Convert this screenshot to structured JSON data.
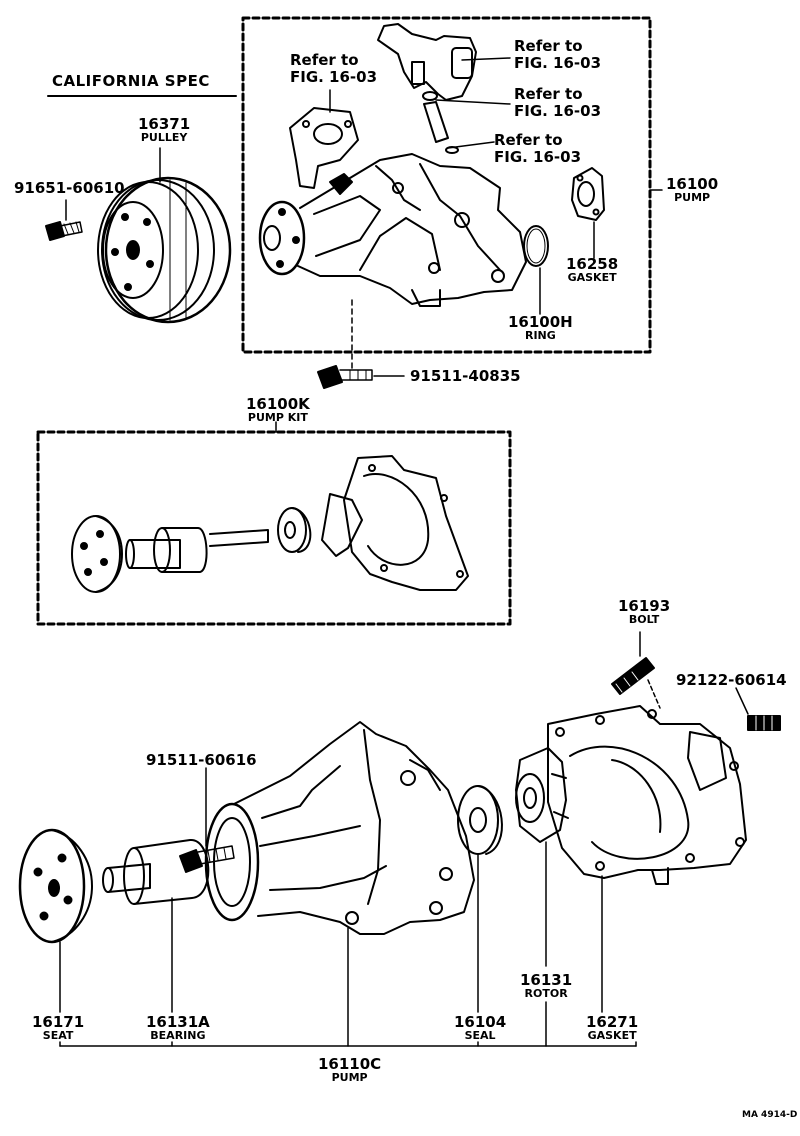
{
  "header": {
    "california_spec": "CALIFORNIA SPEC"
  },
  "refs": {
    "r1": [
      "Refer to",
      "FIG. 16-03"
    ],
    "r2": [
      "Refer to",
      "FIG. 16-03"
    ],
    "r3": [
      "Refer to",
      "FIG. 16-03"
    ],
    "r4": [
      "Refer to",
      "FIG. 16-03"
    ]
  },
  "parts": {
    "pulley": {
      "number": "16371",
      "caption": "PULLEY"
    },
    "bolt_pulley": {
      "number": "91651-60610"
    },
    "pump_assy": {
      "number": "16100",
      "caption": "PUMP"
    },
    "gasket_outlet": {
      "number": "16258",
      "caption": "GASKET"
    },
    "ring": {
      "number": "16100H",
      "caption": "RING"
    },
    "bolt_pump": {
      "number": "91511-40835"
    },
    "pump_kit": {
      "number": "16100K",
      "caption": "PUMP KIT"
    },
    "stud_bolt": {
      "number": "16193",
      "caption": "BOLT"
    },
    "stud_right": {
      "number": "92122-60614"
    },
    "bolt_body": {
      "number": "91511-60616"
    },
    "seat": {
      "number": "16171",
      "caption": "SEAT"
    },
    "bearing": {
      "number": "16131A",
      "caption": "BEARING"
    },
    "seal": {
      "number": "16104",
      "caption": "SEAL"
    },
    "rotor": {
      "number": "16131",
      "caption": "ROTOR"
    },
    "gasket_body": {
      "number": "16271",
      "caption": "GASKET"
    },
    "pump_body": {
      "number": "16110C",
      "caption": "PUMP"
    }
  },
  "drawing_code": "MA 4914-D"
}
